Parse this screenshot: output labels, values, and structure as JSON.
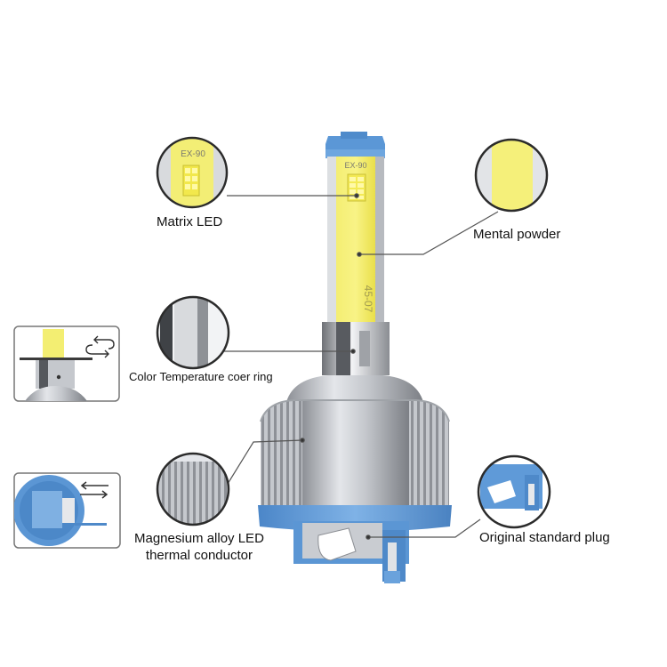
{
  "labels": {
    "matrix_led": "Matrix LED",
    "metal_powder": "Mental powder",
    "color_ring": "Color Temperature coer ring",
    "magnesium_line1": "Magnesium alloy LED",
    "magnesium_line2": "thermal conductor",
    "standard_plug": "Original standard plug"
  },
  "markings": {
    "chip_code": "EX-90",
    "side_code": "45-07"
  },
  "colors": {
    "led_yellow": "#f2e95a",
    "base_blue": "#5f9ad8",
    "heatsink_silver": "#b9bcc2",
    "leader_line": "#555555"
  }
}
